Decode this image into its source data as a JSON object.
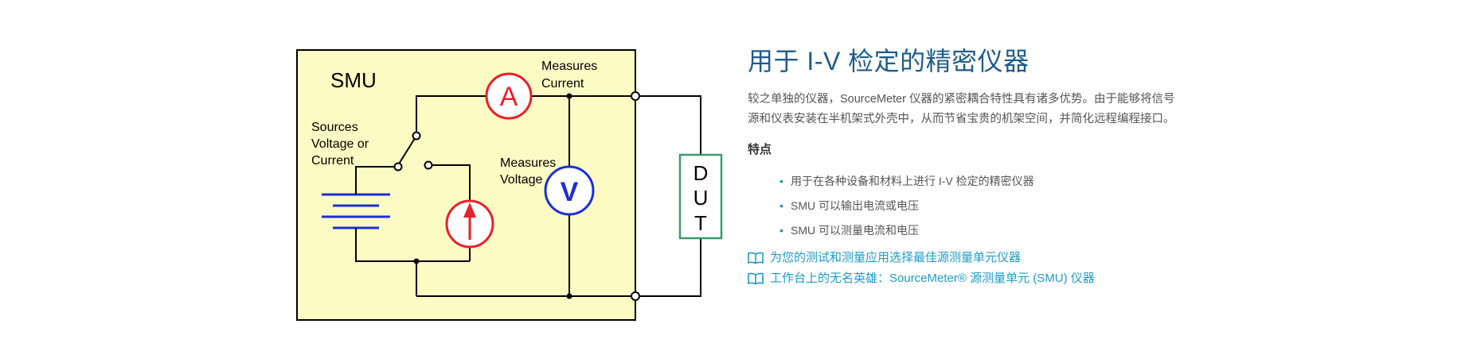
{
  "diagram": {
    "label_smu": "SMU",
    "label_measures_current_1": "Measures",
    "label_measures_current_2": "Current",
    "label_sources_1": "Sources",
    "label_sources_2": "Voltage or",
    "label_sources_3": "Current",
    "label_measures_voltage_1": "Measures",
    "label_measures_voltage_2": "Voltage",
    "ammeter_symbol": "A",
    "voltmeter_symbol": "V",
    "dut_letters": [
      "D",
      "U",
      "T"
    ],
    "colors": {
      "panel_fill": "#fdfbc4",
      "wire": "#000000",
      "ammeter": "#e8202a",
      "voltmeter": "#1c2fd6",
      "battery": "#1c2fd6",
      "current_source": "#e8202a",
      "dut_border": "#3a9a6a"
    }
  },
  "content": {
    "title": "用于 I-V 检定的精密仪器",
    "description": "较之单独的仪器，SourceMeter 仪器的紧密耦合特性具有诸多优势。由于能够将信号源和仪表安装在半机架式外壳中，从而节省宝贵的机架空间，并简化远程编程接口。",
    "features_title": "特点",
    "features": [
      "用于在各种设备和材料上进行 I-V 检定的精密仪器",
      "SMU 可以输出电流或电压",
      "SMU 可以测量电流和电压"
    ],
    "links": [
      {
        "icon": "book-icon",
        "label": "为您的测试和测量应用选择最佳源测量单元仪器"
      },
      {
        "icon": "book-icon",
        "label": "工作台上的无名英雄：SourceMeter® 源测量单元 (SMU) 仪器"
      }
    ],
    "colors": {
      "title": "#1e5c8a",
      "link": "#1f9bc7",
      "bullet": "#1f8fc0"
    }
  }
}
